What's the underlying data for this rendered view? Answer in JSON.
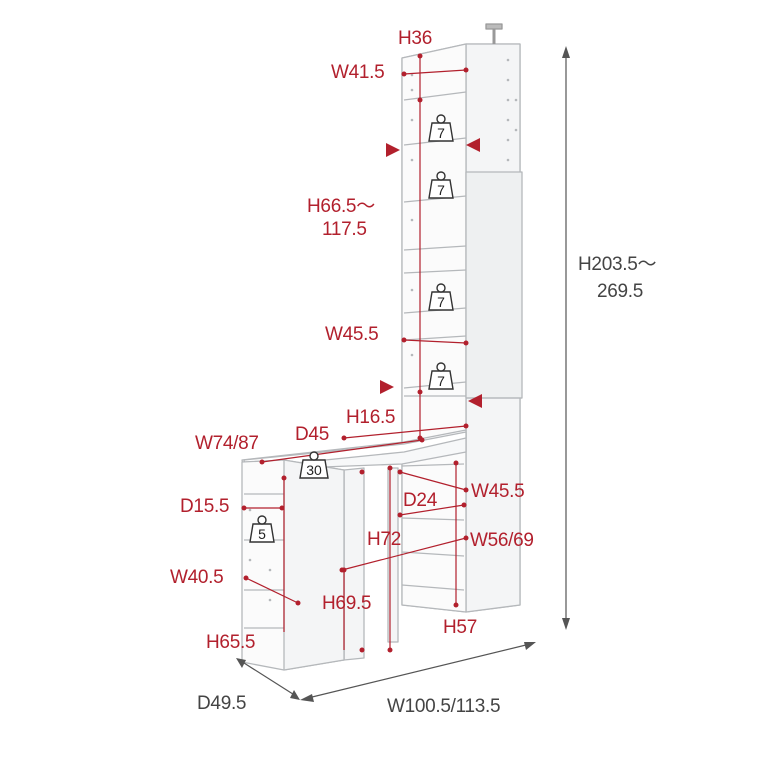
{
  "colors": {
    "accent_red": "#b2202d",
    "outline_gray": "#b5b8bb",
    "text_gray": "#444444"
  },
  "tower_labels": {
    "h36": "H36",
    "w41_5": "W41.5",
    "h66_5_line1": "H66.5～",
    "h66_5_line2": "117.5",
    "w45_5_upper": "W45.5",
    "h16_5": "H16.5"
  },
  "desk_labels": {
    "w74_87": "W74/87",
    "d45": "D45",
    "w45_5_lower": "W45.5",
    "d24": "D24",
    "h72": "H72",
    "w56_69": "W56/69",
    "h69_5": "H69.5",
    "h57": "H57"
  },
  "side_rack_labels": {
    "d15_5": "D15.5",
    "w40_5": "W40.5",
    "h65_5": "H65.5"
  },
  "overall_labels": {
    "total_height_line1": "H203.5～",
    "total_height_line2": "269.5",
    "depth": "D49.5",
    "width": "W100.5/113.5"
  },
  "weight_limits": {
    "shelf_1": "7",
    "shelf_2": "7",
    "shelf_3": "7",
    "shelf_4": "7",
    "desk_top": "30",
    "side_shelf": "5"
  }
}
